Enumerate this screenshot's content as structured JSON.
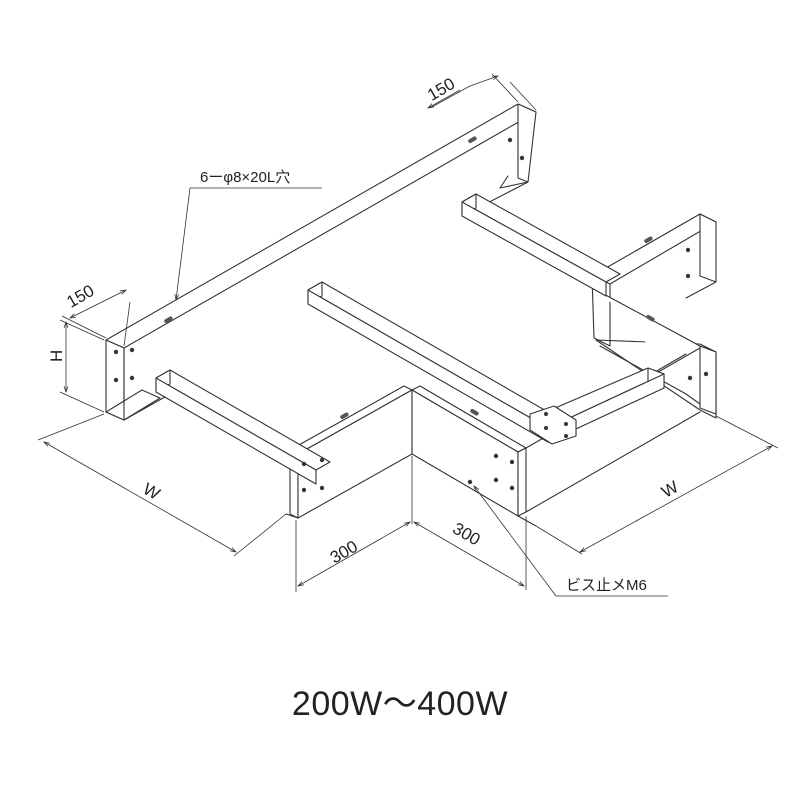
{
  "dimensions": {
    "top_width": "150",
    "left_width": "150",
    "height": "H",
    "left_w": "W",
    "right_w": "W",
    "branch_left": "300",
    "branch_right": "300"
  },
  "callouts": {
    "slot_holes": "6ーφ8×20L穴",
    "screw": "ビス止メM6"
  },
  "caption": "200W〜400W"
}
